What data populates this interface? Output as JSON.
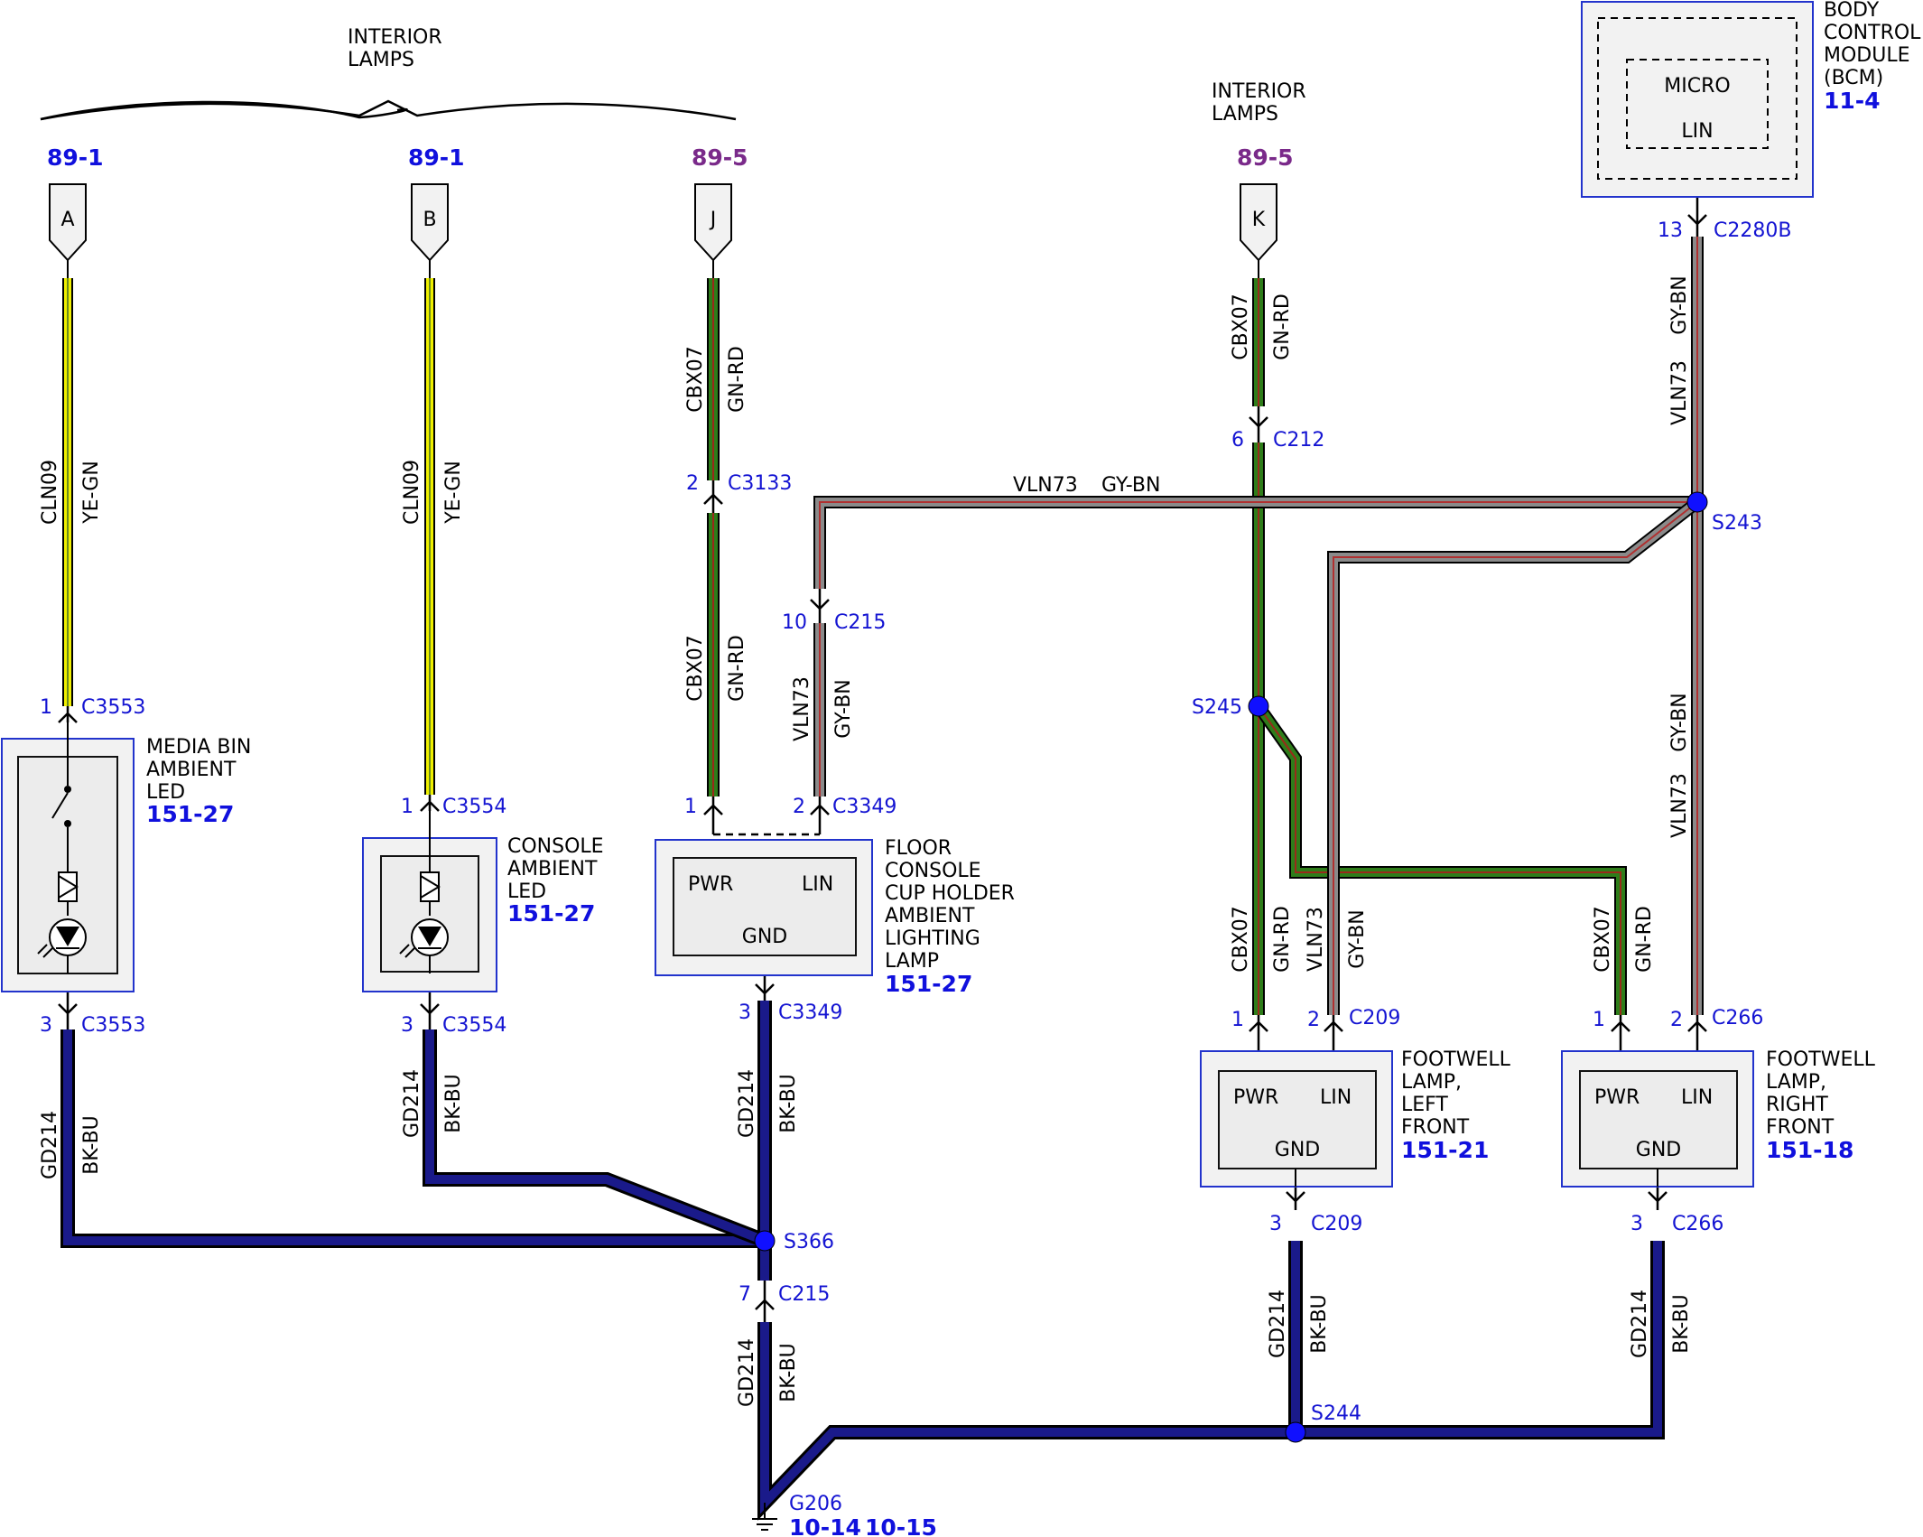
{
  "headers": {
    "interior_lamps_1": [
      "INTERIOR",
      "LAMPS"
    ],
    "interior_lamps_2": [
      "INTERIOR",
      "LAMPS"
    ]
  },
  "refs": {
    "a": "89-1",
    "b": "89-1",
    "j": "89-5",
    "k": "89-5",
    "bcm": "11-4",
    "media_bin": "151-27",
    "console": "151-27",
    "floor_console": "151-27",
    "footwell_left": "151-21",
    "footwell_right": "151-18",
    "ground_1": "10-14",
    "ground_2": "10-15"
  },
  "connectors": {
    "a": "A",
    "b": "B",
    "j": "J",
    "k": "K"
  },
  "components": {
    "bcm": {
      "lines": [
        "BODY",
        "CONTROL",
        "MODULE",
        "(BCM)"
      ],
      "micro": "MICRO",
      "lin": "LIN"
    },
    "media_bin": {
      "lines": [
        "MEDIA BIN",
        "AMBIENT",
        "LED"
      ]
    },
    "console": {
      "lines": [
        "CONSOLE",
        "AMBIENT",
        "LED"
      ]
    },
    "floor_console": {
      "lines": [
        "FLOOR",
        "CONSOLE",
        "CUP HOLDER",
        "AMBIENT",
        "LIGHTING",
        "LAMP"
      ],
      "pwr": "PWR",
      "lin": "LIN",
      "gnd": "GND"
    },
    "footwell_left": {
      "lines": [
        "FOOTWELL",
        "LAMP,",
        "LEFT",
        "FRONT"
      ],
      "pwr": "PWR",
      "lin": "LIN",
      "gnd": "GND"
    },
    "footwell_right": {
      "lines": [
        "FOOTWELL",
        "LAMP,",
        "RIGHT",
        "FRONT"
      ],
      "pwr": "PWR",
      "lin": "LIN",
      "gnd": "GND"
    }
  },
  "wires": {
    "cln09": "CLN09",
    "ye_gn": "YE-GN",
    "cbx07": "CBX07",
    "gn_rd": "GN-RD",
    "vln73": "VLN73",
    "gy_bn": "GY-BN",
    "gd214": "GD214",
    "bk_bu": "BK-BU"
  },
  "pins": {
    "c3553_1": "1",
    "c3553_1_name": "C3553",
    "c3553_3": "3",
    "c3553_3_name": "C3553",
    "c3554_1": "1",
    "c3554_1_name": "C3554",
    "c3554_3": "3",
    "c3554_3_name": "C3554",
    "c3133": "2",
    "c3133_name": "C3133",
    "c215_10": "10",
    "c215_10_name": "C215",
    "c3349_1": "1",
    "c3349_2": "2",
    "c3349_top_name": "C3349",
    "c3349_3": "3",
    "c3349_3_name": "C3349",
    "c215_7": "7",
    "c215_7_name": "C215",
    "c212": "6",
    "c212_name": "C212",
    "c2280b": "13",
    "c2280b_name": "C2280B",
    "c209_1": "1",
    "c209_2": "2",
    "c209_top_name": "C209",
    "c209_3": "3",
    "c209_3_name": "C209",
    "c266_1": "1",
    "c266_2": "2",
    "c266_top_name": "C266",
    "c266_3": "3",
    "c266_3_name": "C266"
  },
  "splices": {
    "s243": "S243",
    "s245": "S245",
    "s366": "S366",
    "s244": "S244"
  },
  "ground": "G206",
  "colors": {
    "ye_gn": "#f0f000",
    "gn_rd": "#2e7d1a",
    "gy_bn": "#8a8a8a",
    "bk_bu": "#1a1a8a",
    "splice": "#1010ff",
    "pin_text": "#1414d2",
    "ref_blue": "#1010dd",
    "ref_purple": "#7a2a8a"
  }
}
